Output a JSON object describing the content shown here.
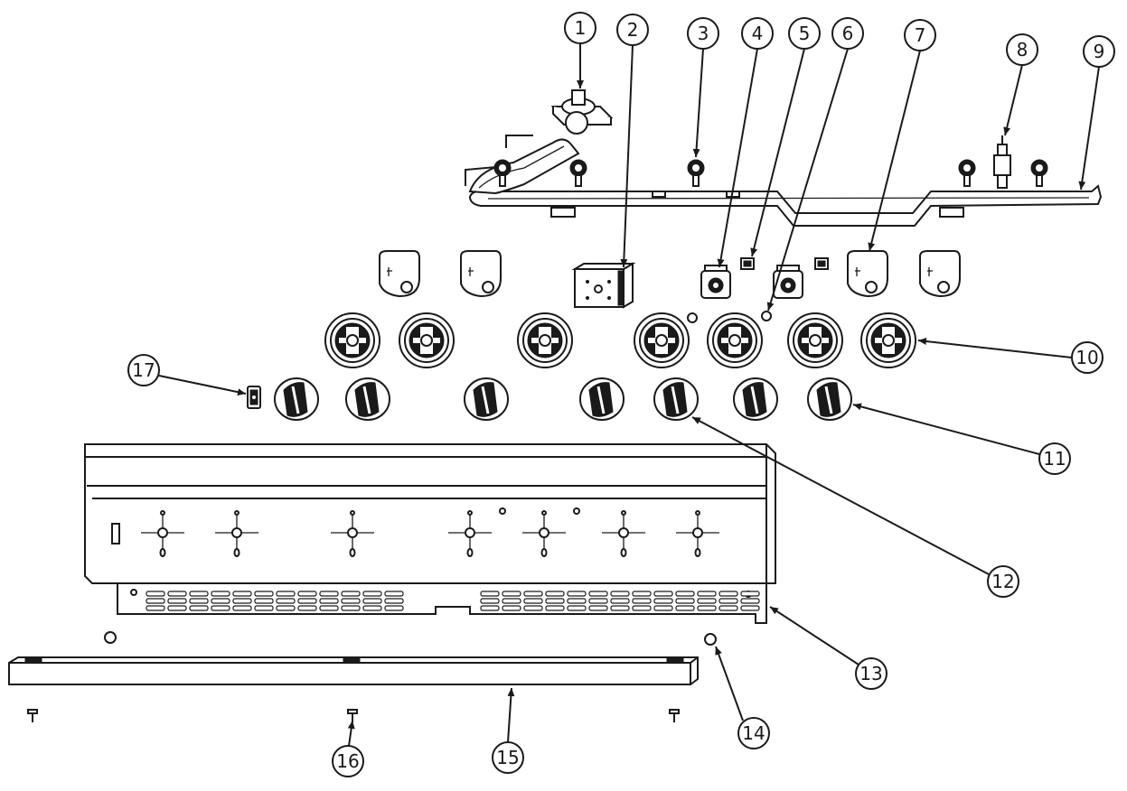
{
  "callouts": [
    {
      "id": "callout-1",
      "label": "1"
    },
    {
      "id": "callout-2",
      "label": "2"
    },
    {
      "id": "callout-3",
      "label": "3"
    },
    {
      "id": "callout-4",
      "label": "4"
    },
    {
      "id": "callout-5",
      "label": "5"
    },
    {
      "id": "callout-6",
      "label": "6"
    },
    {
      "id": "callout-7",
      "label": "7"
    },
    {
      "id": "callout-8",
      "label": "8"
    },
    {
      "id": "callout-9",
      "label": "9"
    },
    {
      "id": "callout-10",
      "label": "10"
    },
    {
      "id": "callout-11",
      "label": "11"
    },
    {
      "id": "callout-12",
      "label": "12"
    },
    {
      "id": "callout-13",
      "label": "13"
    },
    {
      "id": "callout-14",
      "label": "14"
    },
    {
      "id": "callout-15",
      "label": "15"
    },
    {
      "id": "callout-16",
      "label": "16"
    },
    {
      "id": "callout-17",
      "label": "17"
    }
  ],
  "colors": {
    "line": "#1a1a1a",
    "background": "#ffffff"
  }
}
